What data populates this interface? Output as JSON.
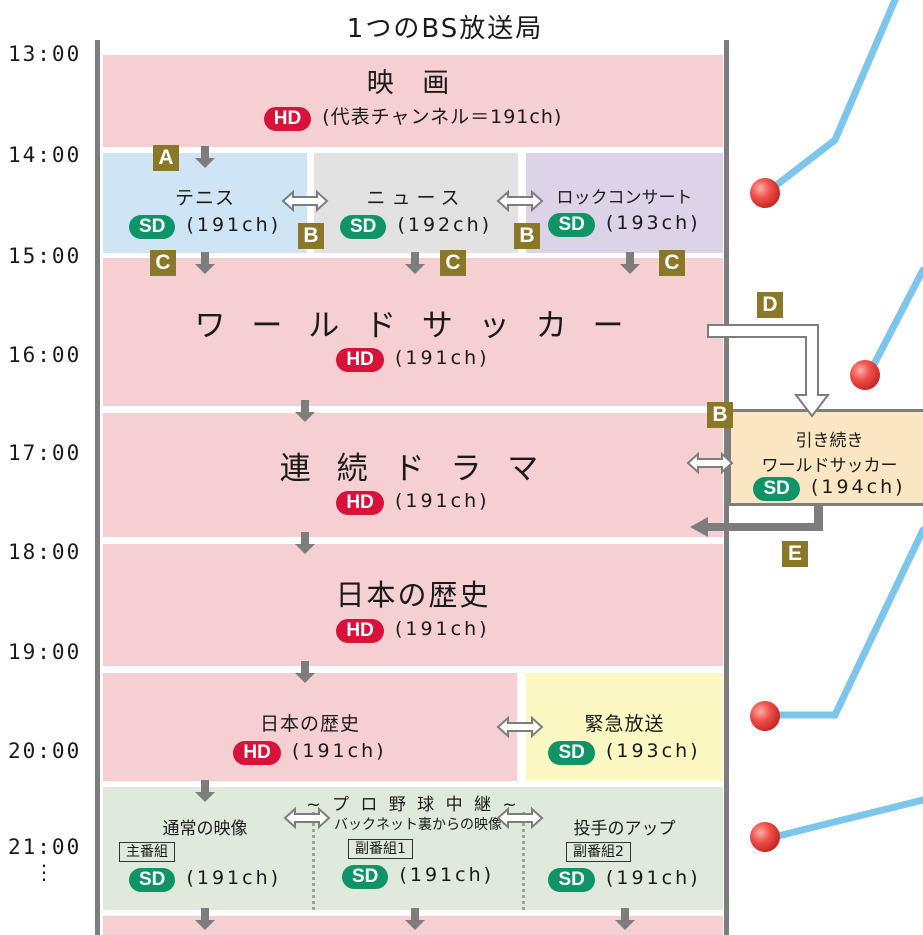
{
  "title": "1つのBS放送局",
  "times": [
    "13:00",
    "14:00",
    "15:00",
    "16:00",
    "17:00",
    "18:00",
    "19:00",
    "20:00",
    "21:00"
  ],
  "ellipsis": "⋮",
  "blocks": {
    "movie": {
      "title": "映 画",
      "badge": "HD",
      "channel": "(代表チャンネル＝191ch)"
    },
    "tennis": {
      "title": "テニス",
      "badge": "SD",
      "channel": "(191ch)"
    },
    "news": {
      "title": "ニュース",
      "badge": "SD",
      "channel": "(192ch)"
    },
    "rock": {
      "title": "ロックコンサート",
      "badge": "SD",
      "channel": "(193ch)"
    },
    "soccer": {
      "title": "ワ ー ル ド サ ッ カ ー",
      "badge": "HD",
      "channel": "(191ch)"
    },
    "drama": {
      "title": "連 続 ド ラ マ",
      "badge": "HD",
      "channel": "(191ch)"
    },
    "history1": {
      "title": "日本の歴史",
      "badge": "HD",
      "channel": "(191ch)"
    },
    "history2": {
      "title": "日本の歴史",
      "badge": "HD",
      "channel": "(191ch)"
    },
    "emergency": {
      "title": "緊急放送",
      "badge": "SD",
      "channel": "(193ch)"
    },
    "continue": {
      "title_line1": "引き続き",
      "title_line2": "ワールドサッカー",
      "badge": "SD",
      "channel": "(194ch)"
    },
    "baseball_header": "~ プ ロ 野 球 中 継 ~",
    "normal": {
      "title": "通常の映像",
      "label": "主番組",
      "badge": "SD",
      "channel": "(191ch)"
    },
    "backnet": {
      "title": "バックネット裏からの映像",
      "label": "副番組1",
      "badge": "SD",
      "channel": "(191ch)"
    },
    "pitcher": {
      "title": "投手のアップ",
      "label": "副番組2",
      "badge": "SD",
      "channel": "(191ch)"
    }
  },
  "tags": {
    "A": "A",
    "B": "B",
    "C": "C",
    "D": "D",
    "E": "E"
  },
  "colors": {
    "hd": "#d7133c",
    "sd": "#0e9466",
    "tag": "#8a7828",
    "pink": "#f5cfd1",
    "line": "#7d7d7d",
    "cable": "#7cc5ec"
  }
}
